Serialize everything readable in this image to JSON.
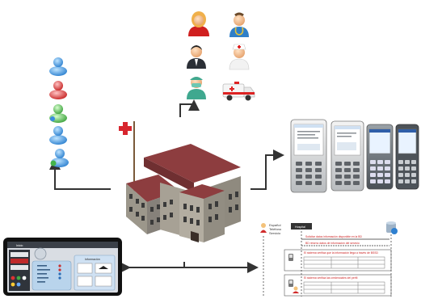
{
  "sequence_diagram": {
    "actor_label_line1": "Español",
    "actor_label_line2": "Teléfono",
    "actor_label_line3": "Servicio",
    "header_box": "Hospital",
    "message_1": "Solicitar datos información disponible en la BD",
    "message_2": "BD retorno datos de información del servicio",
    "message_3": "El sistema verifica que la información llega a través de BSSD",
    "message_4": "El sistema verifica las credenciales del perfil"
  },
  "tablet": {
    "header": "Inicio",
    "panel_title": "Información"
  },
  "colors": {
    "connector": "#333333",
    "building_roof": "#8d3d3f",
    "building_wall": "#8f8a7f",
    "red_cross": "#d7262e",
    "tablet_frame": "#111111",
    "phone_frame": "#5d6064"
  }
}
